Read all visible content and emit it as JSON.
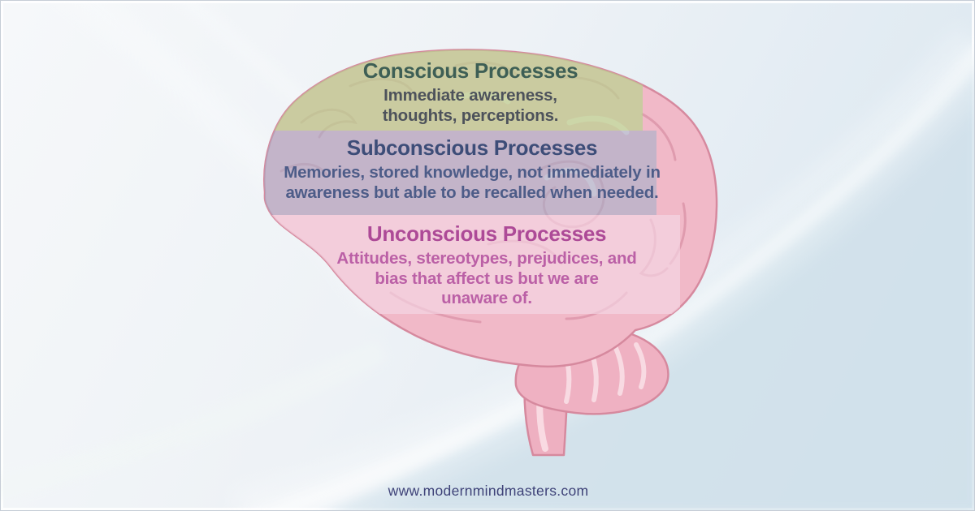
{
  "sections": [
    {
      "id": "conscious",
      "title": "Conscious Processes",
      "lines": [
        "Immediate awareness,",
        "thoughts, perceptions."
      ],
      "title_color": "#3e5f55",
      "text_color": "#4d525b",
      "band_color": "#c9d8a3"
    },
    {
      "id": "subconscious",
      "title": "Subconscious Processes",
      "lines": [
        "Memories, stored knowledge, not immediately in",
        "awareness but able to be recalled when needed."
      ],
      "title_color": "#3d4d78",
      "text_color": "#4d5c88",
      "band_color": "#b7c3d4"
    },
    {
      "id": "unconscious",
      "title": "Unconscious Processes",
      "lines": [
        "Attitudes, stereotypes, prejudices, and",
        "bias that affect us but we are",
        "unaware of."
      ],
      "title_color": "#ad4a97",
      "text_color": "#bb60a6",
      "band_color": "#ecd0e0"
    }
  ],
  "brain": {
    "base_color": "#f1b9c8",
    "outline_color": "#d6899e"
  },
  "footer": {
    "url": "www.modernmindmasters.com"
  }
}
